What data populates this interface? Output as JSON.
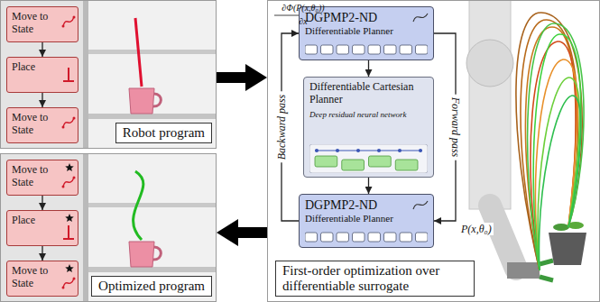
{
  "diagram": {
    "nodes": [
      {
        "text": [
          "Robot program"
        ]
      },
      {
        "text": [
          "Move to State"
        ],
        "in": 0
      },
      {
        "text": [
          "Place"
        ],
        "in": 0
      },
      {
        "text": [
          "Move to State"
        ],
        "in": 0
      },
      {
        "text": [
          "Optimized program"
        ]
      },
      {
        "text": [
          "Move to State"
        ],
        "in": 4
      },
      {
        "text": [
          "Place"
        ],
        "in": 4
      },
      {
        "text": [
          "Move to State"
        ],
        "in": 4
      },
      {
        "text": [
          "First-order optimization over differentiable surrogate"
        ]
      },
      {
        "text": [
          "DGPMP2-ND",
          "Differentiable Planner"
        ],
        "in": 8
      },
      {
        "text": [
          "Differentiable Cartesian Planner",
          "Deep residual neural network"
        ],
        "in": 8
      },
      {
        "text": [
          "DGPMP2-ND",
          "Differentiable Planner"
        ],
        "in": 8
      }
    ],
    "edges": [
      {
        "from": 1,
        "to": 2,
        "arrow": "to"
      },
      {
        "from": 2,
        "to": 3,
        "arrow": "to"
      },
      {
        "from": 5,
        "to": 6,
        "arrow": "to"
      },
      {
        "from": 6,
        "to": 7,
        "arrow": "to"
      },
      {
        "from": 0,
        "to": 8,
        "arrow": "to"
      },
      {
        "from": 8,
        "to": 4,
        "arrow": "to"
      },
      {
        "from": 9,
        "to": 10,
        "arrow": "to"
      },
      {
        "from": 10,
        "to": 11,
        "arrow": "to"
      },
      {
        "from": 9,
        "to": 11,
        "label": "Forward pass",
        "arrow": "to"
      },
      {
        "from": 11,
        "to": 9,
        "label": "Backward pass",
        "arrow": "to"
      }
    ],
    "labels": [
      "∂Φ(P(x,θ₀))",
      "∂x",
      "P(x,θ₀)"
    ]
  }
}
